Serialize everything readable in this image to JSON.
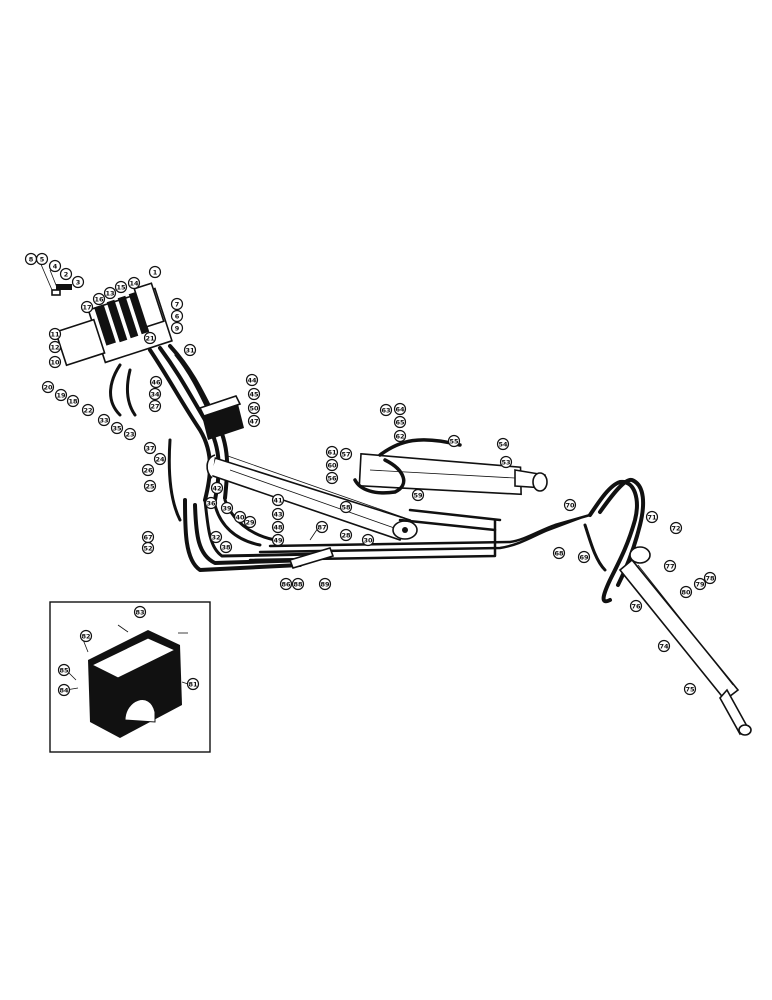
{
  "callouts": [
    {
      "id": "c-8",
      "label": "8"
    },
    {
      "id": "c-5",
      "label": "5"
    },
    {
      "id": "c-4",
      "label": "4"
    },
    {
      "id": "c-2",
      "label": "2"
    },
    {
      "id": "c-3",
      "label": "3"
    },
    {
      "id": "c-1",
      "label": "1"
    },
    {
      "id": "c-14",
      "label": "14"
    },
    {
      "id": "c-15",
      "label": "15"
    },
    {
      "id": "c-13",
      "label": "13"
    },
    {
      "id": "c-16",
      "label": "16"
    },
    {
      "id": "c-17",
      "label": "17"
    },
    {
      "id": "c-7",
      "label": "7"
    },
    {
      "id": "c-6",
      "label": "6"
    },
    {
      "id": "c-9",
      "label": "9"
    },
    {
      "id": "c-11",
      "label": "11"
    },
    {
      "id": "c-12",
      "label": "12"
    },
    {
      "id": "c-10",
      "label": "10"
    },
    {
      "id": "c-21",
      "label": "21"
    },
    {
      "id": "c-31",
      "label": "31"
    },
    {
      "id": "c-20",
      "label": "20"
    },
    {
      "id": "c-19",
      "label": "19"
    },
    {
      "id": "c-18",
      "label": "18"
    },
    {
      "id": "c-22",
      "label": "22"
    },
    {
      "id": "c-33",
      "label": "33"
    },
    {
      "id": "c-35",
      "label": "35"
    },
    {
      "id": "c-44",
      "label": "44"
    },
    {
      "id": "c-45",
      "label": "45"
    },
    {
      "id": "c-50",
      "label": "50"
    },
    {
      "id": "c-47",
      "label": "47"
    },
    {
      "id": "c-46",
      "label": "46"
    },
    {
      "id": "c-34",
      "label": "34"
    },
    {
      "id": "c-27",
      "label": "27"
    },
    {
      "id": "c-23",
      "label": "23"
    },
    {
      "id": "c-37",
      "label": "37"
    },
    {
      "id": "c-24",
      "label": "24"
    },
    {
      "id": "c-26",
      "label": "26"
    },
    {
      "id": "c-25",
      "label": "25"
    },
    {
      "id": "c-63",
      "label": "63"
    },
    {
      "id": "c-64",
      "label": "64"
    },
    {
      "id": "c-65",
      "label": "65"
    },
    {
      "id": "c-62",
      "label": "62"
    },
    {
      "id": "c-61",
      "label": "61"
    },
    {
      "id": "c-60",
      "label": "60"
    },
    {
      "id": "c-57",
      "label": "57"
    },
    {
      "id": "c-56",
      "label": "56"
    },
    {
      "id": "c-55",
      "label": "55"
    },
    {
      "id": "c-54",
      "label": "54"
    },
    {
      "id": "c-53",
      "label": "53"
    },
    {
      "id": "c-59",
      "label": "59"
    },
    {
      "id": "c-58",
      "label": "58"
    },
    {
      "id": "c-42",
      "label": "42"
    },
    {
      "id": "c-36",
      "label": "36"
    },
    {
      "id": "c-39",
      "label": "39"
    },
    {
      "id": "c-40",
      "label": "40"
    },
    {
      "id": "c-41",
      "label": "41"
    },
    {
      "id": "c-43",
      "label": "43"
    },
    {
      "id": "c-48",
      "label": "48"
    },
    {
      "id": "c-49",
      "label": "49"
    },
    {
      "id": "c-28",
      "label": "28"
    },
    {
      "id": "c-30",
      "label": "30"
    },
    {
      "id": "c-29",
      "label": "29"
    },
    {
      "id": "c-32",
      "label": "32"
    },
    {
      "id": "c-38",
      "label": "38"
    },
    {
      "id": "c-67",
      "label": "67"
    },
    {
      "id": "c-52",
      "label": "52"
    },
    {
      "id": "c-87",
      "label": "87"
    },
    {
      "id": "c-86",
      "label": "86"
    },
    {
      "id": "c-88",
      "label": "88"
    },
    {
      "id": "c-89",
      "label": "89"
    },
    {
      "id": "c-70",
      "label": "70"
    },
    {
      "id": "c-71",
      "label": "71"
    },
    {
      "id": "c-72",
      "label": "72"
    },
    {
      "id": "c-68",
      "label": "68"
    },
    {
      "id": "c-69",
      "label": "69"
    },
    {
      "id": "c-77",
      "label": "77"
    },
    {
      "id": "c-78",
      "label": "78"
    },
    {
      "id": "c-79",
      "label": "79"
    },
    {
      "id": "c-80",
      "label": "80"
    },
    {
      "id": "c-76",
      "label": "76"
    },
    {
      "id": "c-74",
      "label": "74"
    },
    {
      "id": "c-75",
      "label": "75"
    },
    {
      "id": "c-83",
      "label": "83"
    },
    {
      "id": "c-82",
      "label": "82"
    },
    {
      "id": "c-85",
      "label": "85"
    },
    {
      "id": "c-84",
      "label": "84"
    },
    {
      "id": "c-81",
      "label": "81"
    }
  ]
}
